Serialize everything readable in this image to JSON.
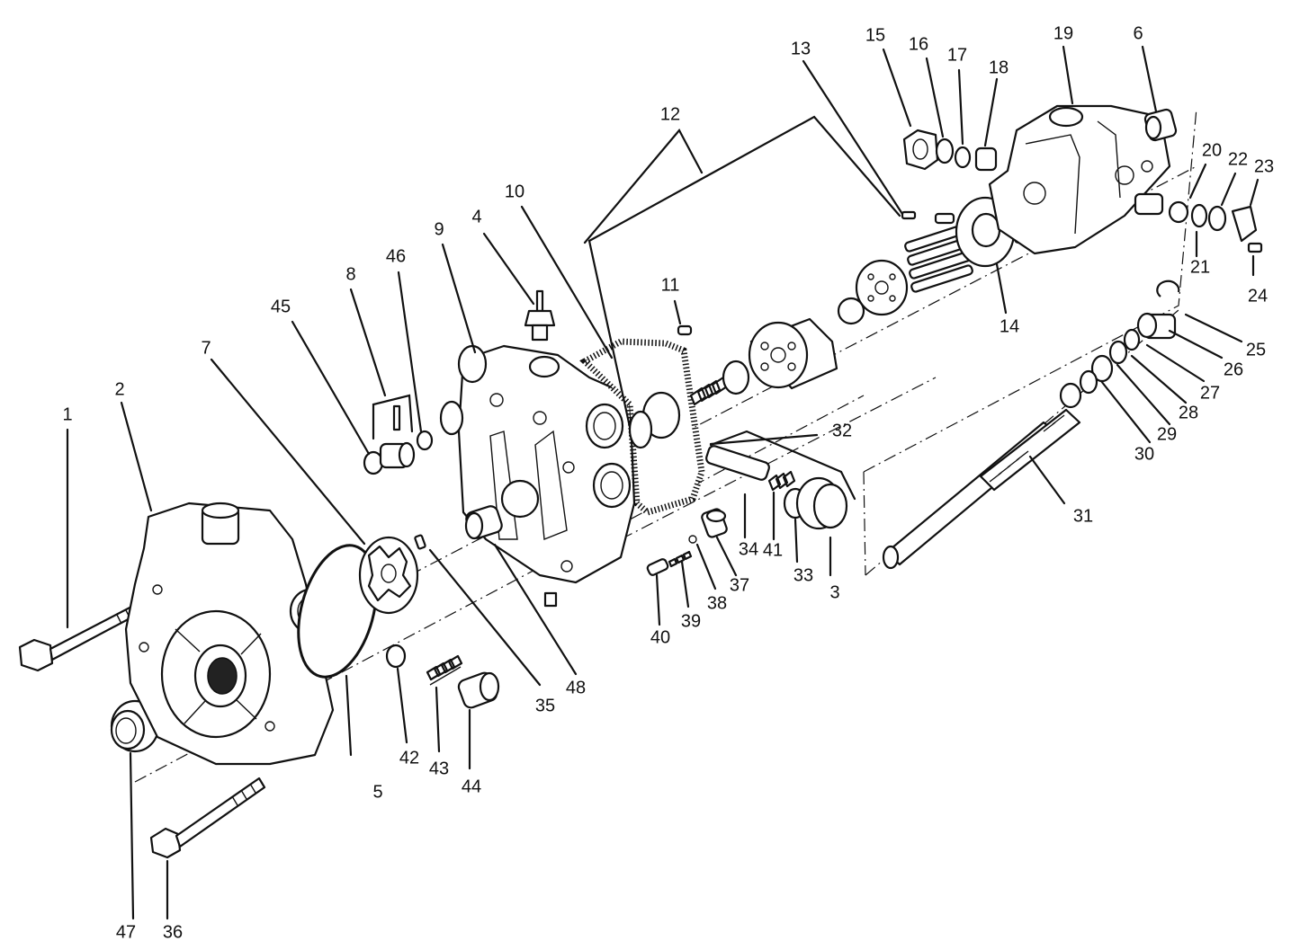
{
  "diagram": {
    "callouts": [
      {
        "id": "c1",
        "text": "1"
      },
      {
        "id": "c2",
        "text": "2"
      },
      {
        "id": "c3",
        "text": "3"
      },
      {
        "id": "c4",
        "text": "4"
      },
      {
        "id": "c5",
        "text": "5"
      },
      {
        "id": "c6",
        "text": "6"
      },
      {
        "id": "c7",
        "text": "7"
      },
      {
        "id": "c8",
        "text": "8"
      },
      {
        "id": "c9",
        "text": "9"
      },
      {
        "id": "c10",
        "text": "10"
      },
      {
        "id": "c11",
        "text": "11"
      },
      {
        "id": "c12",
        "text": "12"
      },
      {
        "id": "c13",
        "text": "13"
      },
      {
        "id": "c14",
        "text": "14"
      },
      {
        "id": "c15",
        "text": "15"
      },
      {
        "id": "c16",
        "text": "16"
      },
      {
        "id": "c17",
        "text": "17"
      },
      {
        "id": "c18",
        "text": "18"
      },
      {
        "id": "c19",
        "text": "19"
      },
      {
        "id": "c20",
        "text": "20"
      },
      {
        "id": "c21",
        "text": "21"
      },
      {
        "id": "c22",
        "text": "22"
      },
      {
        "id": "c23",
        "text": "23"
      },
      {
        "id": "c24",
        "text": "24"
      },
      {
        "id": "c25",
        "text": "25"
      },
      {
        "id": "c26",
        "text": "26"
      },
      {
        "id": "c27",
        "text": "27"
      },
      {
        "id": "c28",
        "text": "28"
      },
      {
        "id": "c29",
        "text": "29"
      },
      {
        "id": "c30",
        "text": "30"
      },
      {
        "id": "c31",
        "text": "31"
      },
      {
        "id": "c32",
        "text": "32"
      },
      {
        "id": "c33",
        "text": "33"
      },
      {
        "id": "c34",
        "text": "34"
      },
      {
        "id": "c35",
        "text": "35"
      },
      {
        "id": "c36",
        "text": "36"
      },
      {
        "id": "c37",
        "text": "37"
      },
      {
        "id": "c38",
        "text": "38"
      },
      {
        "id": "c39",
        "text": "39"
      },
      {
        "id": "c40",
        "text": "40"
      },
      {
        "id": "c41",
        "text": "41"
      },
      {
        "id": "c42",
        "text": "42"
      },
      {
        "id": "c43",
        "text": "43"
      },
      {
        "id": "c44",
        "text": "44"
      },
      {
        "id": "c45",
        "text": "45"
      },
      {
        "id": "c46",
        "text": "46"
      },
      {
        "id": "c47",
        "text": "47"
      },
      {
        "id": "c48",
        "text": "48"
      }
    ]
  }
}
